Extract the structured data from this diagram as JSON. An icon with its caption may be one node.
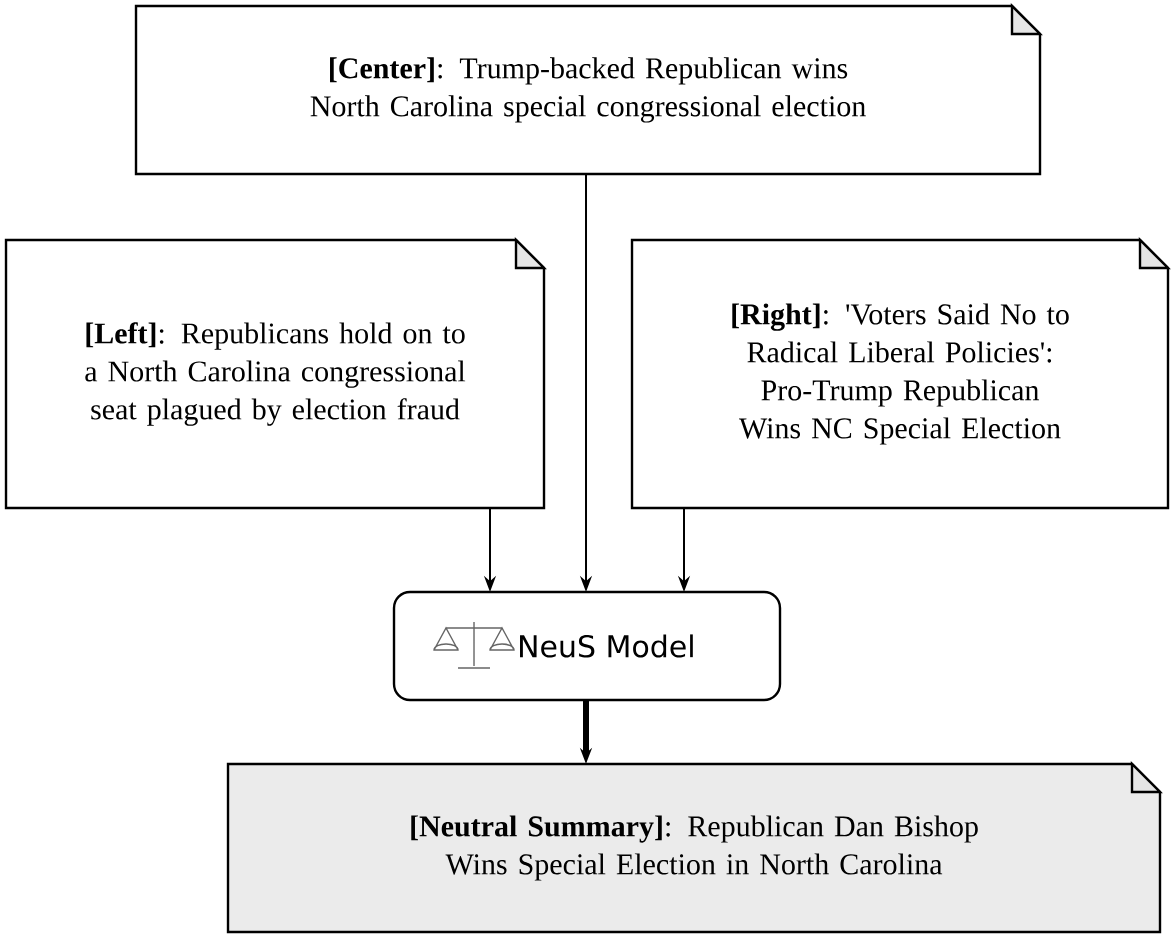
{
  "diagram": {
    "nodes": [
      {
        "text": [
          "**[Center]**: Trump-backed Republican wins North Carolina special congressional election"
        ]
      },
      {
        "text": [
          "**[Left]**: Republicans hold on to a North Carolina congressional seat plagued by election fraud"
        ]
      },
      {
        "text": [
          "**[Right]**: 'Voters Said No to Radical Liberal Policies': Pro-Trump Republican Wins NC Special Election"
        ]
      },
      {
        "text": [
          "NeuS Model"
        ]
      },
      {
        "text": [
          "**[Neutral Summary]**: Republican Dan Bishop Wins Special Election in North Carolina"
        ]
      }
    ],
    "edges": [
      {
        "from": 1,
        "to": 3,
        "arrow": "to"
      },
      {
        "from": 0,
        "to": 3,
        "arrow": "to"
      },
      {
        "from": 2,
        "to": 3,
        "arrow": "to"
      },
      {
        "from": 3,
        "to": 4,
        "arrow": "to",
        "style": "thick"
      }
    ]
  }
}
